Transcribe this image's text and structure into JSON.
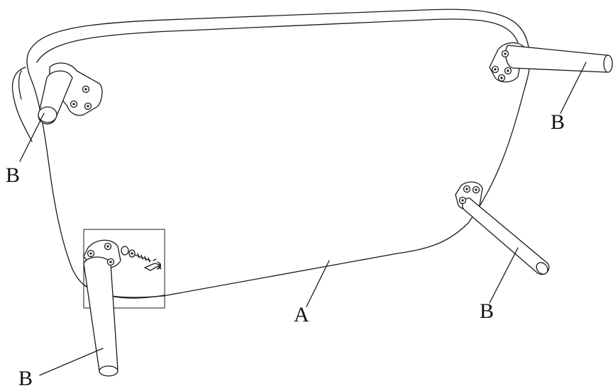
{
  "labels": {
    "seat": "A",
    "leg_top_left": "B",
    "leg_top_right": "B",
    "leg_right": "B",
    "leg_bottom_left": "B"
  }
}
